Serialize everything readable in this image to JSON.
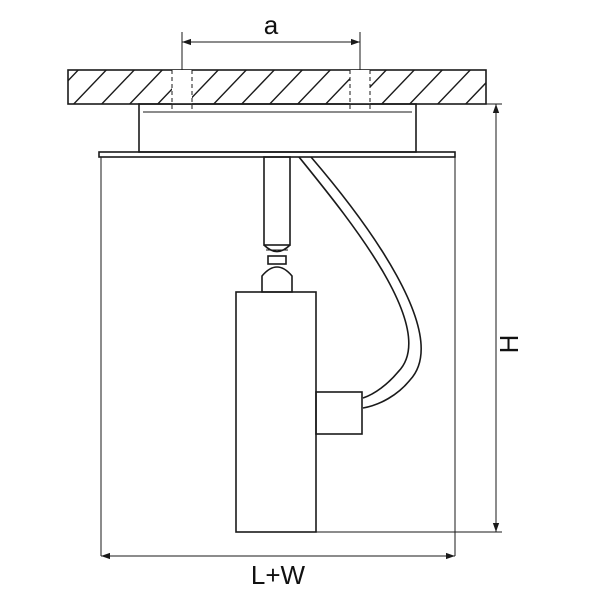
{
  "dimensions": {
    "a": "a",
    "height": "H",
    "width": "L+W"
  }
}
